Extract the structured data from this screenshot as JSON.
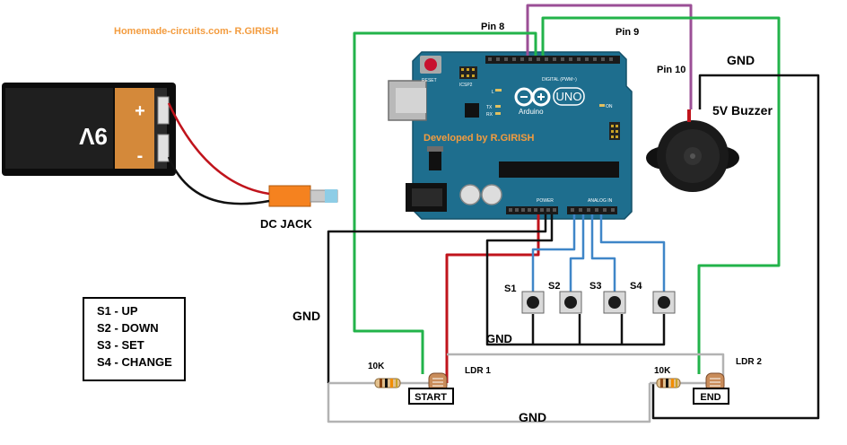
{
  "credit": "Homemade-circuits.com- R.GIRISH",
  "board": {
    "name": "UNO",
    "brand": "Arduino",
    "developer_label": "Developed by R.GIRISH",
    "reset_label": "RESET",
    "icsp_label": "ICSP2",
    "digital_label": "DIGITAL (PWM~)",
    "power_label": "POWER",
    "analog_label": "ANALOG IN",
    "tx_label": "TX",
    "rx_label": "RX",
    "on_label": "ON",
    "l_label": "L"
  },
  "battery": {
    "label": "9V",
    "plus": "+",
    "minus": "-"
  },
  "dc_jack": "DC JACK",
  "buzzer": "5V Buzzer",
  "pins": {
    "pin8": "Pin 8",
    "pin9": "Pin 9",
    "pin10": "Pin 10"
  },
  "gnd": {
    "top_right": "GND",
    "left": "GND",
    "switch": "GND",
    "bottom": "GND"
  },
  "switches": {
    "s1": "S1",
    "s2": "S2",
    "s3": "S3",
    "s4": "S4"
  },
  "resistors": {
    "r1": "10K",
    "r2": "10K"
  },
  "ldr": {
    "ldr1": "LDR 1",
    "ldr2": "LDR 2"
  },
  "boxes": {
    "start": "START",
    "end": "END"
  },
  "legend": [
    "S1 -  UP",
    "S2 - DOWN",
    "S3 - SET",
    "S4 - CHANGE"
  ],
  "colors": {
    "board": "#1e6e8e",
    "green_wire": "#22b34a",
    "black_wire": "#000000",
    "red_wire": "#c0141c",
    "blue_wire": "#3f86c8",
    "purple_wire": "#9b4f96",
    "gray_wire": "#b3b3b3",
    "credit_orange": "#f39c3f",
    "jack_orange": "#f5821f"
  }
}
